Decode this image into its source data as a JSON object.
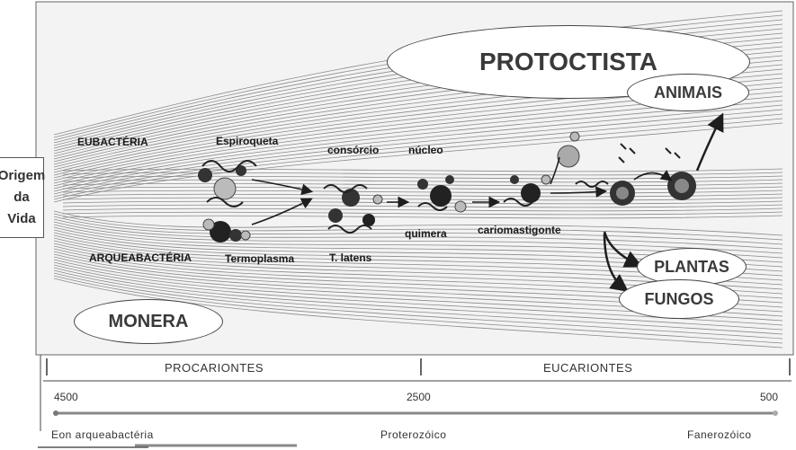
{
  "origin": {
    "lines": [
      "Origem",
      "da",
      "Vida"
    ]
  },
  "kingdoms": {
    "protoctista": "PROTOCTISTA",
    "animais": "ANIMAIS",
    "plantas": "PLANTAS",
    "fungos": "FUNGOS",
    "monera": "MONERA"
  },
  "organisms": {
    "eubacteria": "EUBACTÉRIA",
    "espiroqueta": "Espiroqueta",
    "consorcio": "consórcio",
    "nucleo": "núcleo",
    "arqueabacteria": "ARQUEABACTÉRIA",
    "termoplasma": "Termoplasma",
    "t_latens": "T. latens",
    "quimera": "quimera",
    "cariomastigonte": "cariomastigonte"
  },
  "timeline": {
    "domains": [
      "PROCARIONTES",
      "EUCARIONTES"
    ],
    "years": [
      "4500",
      "2500",
      "500"
    ],
    "eons": [
      "Eon arqueabactéria",
      "Proterozóico",
      "Fanerozóico"
    ]
  },
  "colors": {
    "line": "#555555",
    "ink": "#1e1e1e",
    "background": "#ffffff",
    "shade": "#f1f1f1"
  }
}
